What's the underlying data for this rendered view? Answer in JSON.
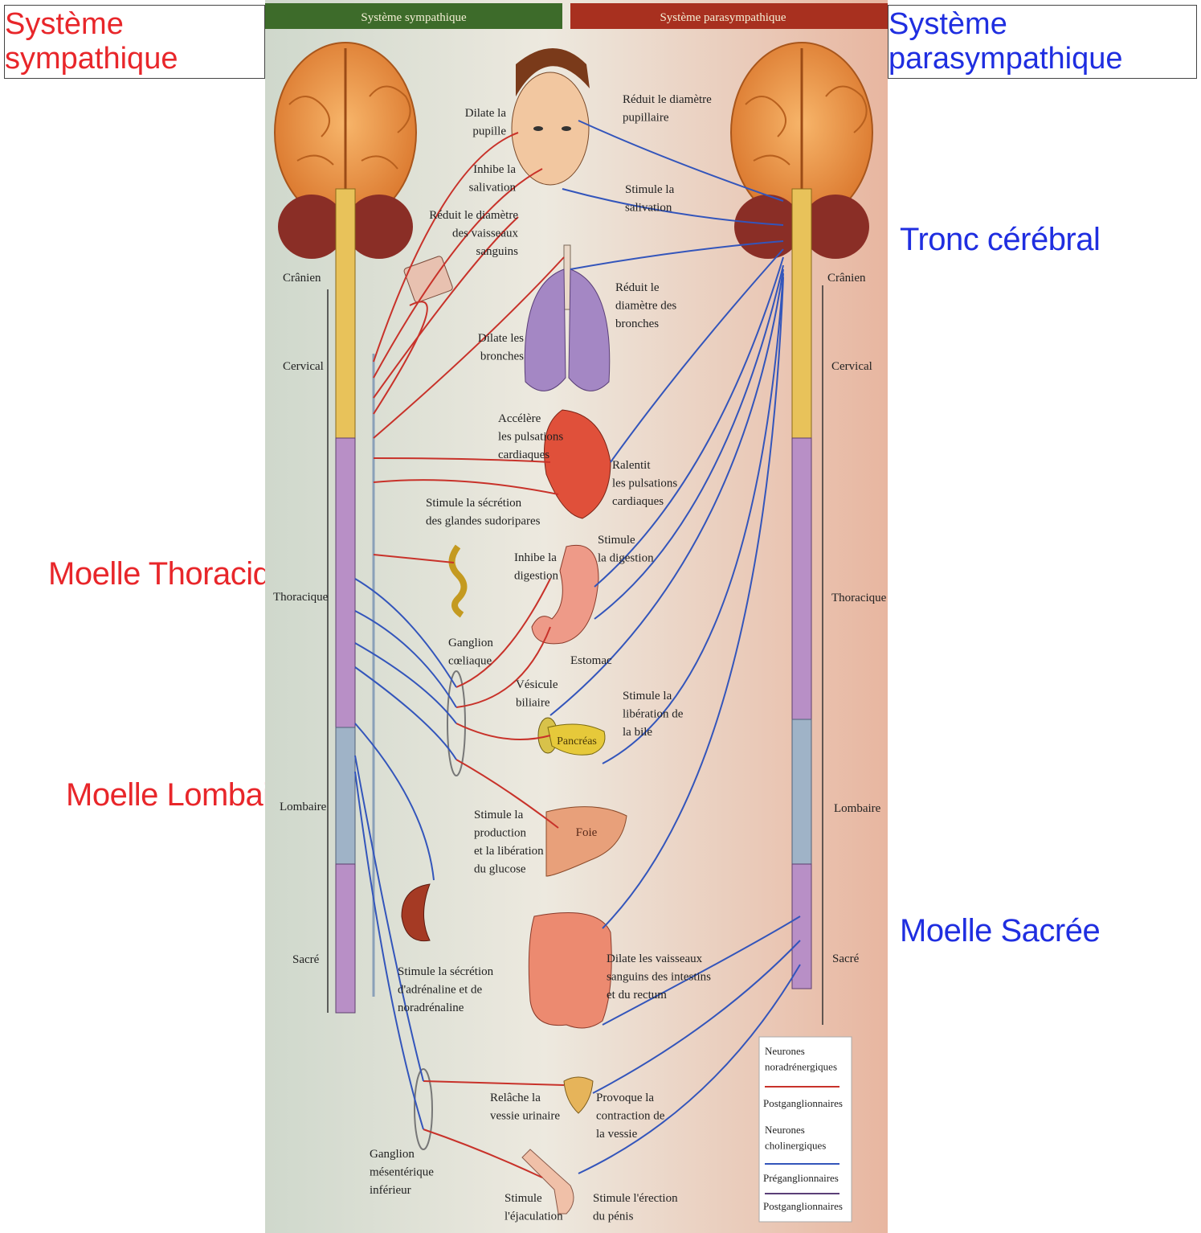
{
  "labels": {
    "sympathetic_box": "Système sympathique",
    "parasympathetic_box": "Système parasympathique",
    "tronc": "Tronc cérébral",
    "thoracique": "Moelle Thoracique",
    "lombaire": "Moelle Lombaire",
    "sacree": "Moelle Sacrée"
  },
  "colors": {
    "sympathetic_label": "#e8262a",
    "parasympathetic_label": "#1f2ee0",
    "sympathetic_band": "#3d6b2a",
    "parasympathetic_band": "#a8301f",
    "postganglionic": "#c8322a",
    "preganglionic": "#3355bb"
  },
  "figure": {
    "band_left": "Système sympathique",
    "band_right": "Système parasympathique",
    "spine_left": [
      "Crânien",
      "Cervical",
      "Thoracique",
      "Lombaire",
      "Sacré"
    ],
    "spine_right": [
      "Crânien",
      "Cervical",
      "Thoracique",
      "Lombaire",
      "Sacré"
    ],
    "sym_effects": {
      "pupil": [
        "Dilate la",
        "pupille"
      ],
      "saliva": [
        "Inhibe la",
        "salivation"
      ],
      "vessels": [
        "Réduit le diamètre",
        "des vaisseaux",
        "sanguins"
      ],
      "bronchi": [
        "Dilate les",
        "bronches"
      ],
      "heart": [
        "Accélère",
        "les pulsations",
        "cardiaques"
      ],
      "sweat": [
        "Stimule la sécrétion",
        "des glandes sudoripares"
      ],
      "digestion": [
        "Inhibe la",
        "digestion"
      ],
      "celiac": [
        "Ganglion",
        "cœliaque"
      ],
      "gallbladder": [
        "Vésicule",
        "biliaire"
      ],
      "glucose": [
        "Stimule la",
        "production",
        "et la libération",
        "du glucose"
      ],
      "adrenal": [
        "Stimule la sécrétion",
        "d'adrénaline et de",
        "noradrénaline"
      ],
      "bladder": [
        "Relâche la",
        "vessie urinaire"
      ],
      "mesenteric": [
        "Ganglion",
        "mésentérique",
        "inférieur"
      ],
      "ejaculation": [
        "Stimule",
        "l'éjaculation"
      ]
    },
    "para_effects": {
      "pupil": [
        "Réduit le diamètre",
        "pupillaire"
      ],
      "saliva": [
        "Stimule la",
        "salivation"
      ],
      "bronchi": [
        "Réduit le",
        "diamètre des",
        "bronches"
      ],
      "heart": [
        "Ralentit",
        "les pulsations",
        "cardiaques"
      ],
      "digestion": [
        "Stimule",
        "la digestion"
      ],
      "bile": [
        "Stimule la",
        "libération de",
        "la bile"
      ],
      "intestine": [
        "Dilate les vaisseaux",
        "sanguins des intestins",
        "et du rectum"
      ],
      "bladder": [
        "Provoque la",
        "contraction de",
        "la vessie"
      ],
      "erection": [
        "Stimule l'érection",
        "du pénis"
      ]
    },
    "organs": {
      "stomach": "Estomac",
      "pancreas": "Pancréas",
      "liver": "Foie"
    },
    "legend": {
      "nor_title": [
        "Neurones",
        "noradrénergiques"
      ],
      "nor_post": "Postganglionnaires",
      "chol_title": [
        "Neurones",
        "cholinergiques"
      ],
      "chol_pre": "Préganglionnaires",
      "chol_post": "Postganglionnaires"
    }
  }
}
